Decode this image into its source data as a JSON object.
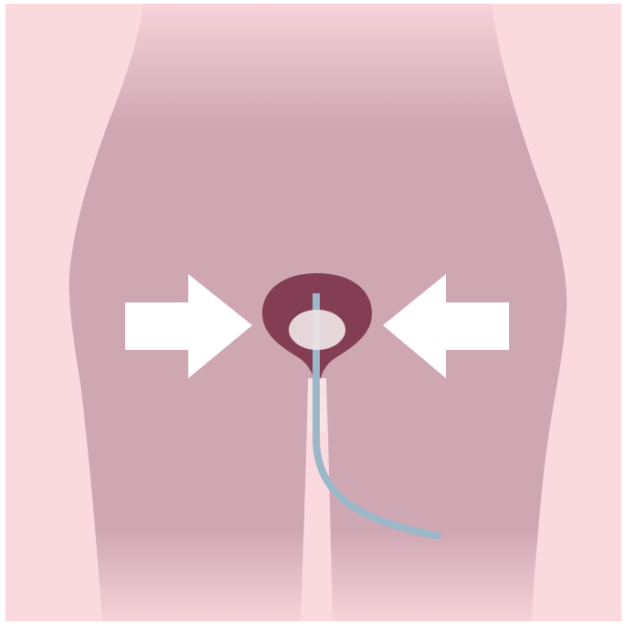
{
  "illustration": {
    "subject": "pelvis-with-urinary-catheter",
    "colors": {
      "page_background": "#ffffff",
      "panel_background": "#fbdadf",
      "body": "#cfa7b3",
      "body_fade": "#f6d2d9",
      "bladder": "#833e55",
      "balloon": "#eee3e6",
      "catheter": "#9cb7c7",
      "urethra_gap": "#f7e3e6",
      "arrows": "#ffffff"
    },
    "arrows": [
      {
        "direction": "right",
        "meaning": "pressure-toward-bladder"
      },
      {
        "direction": "left",
        "meaning": "pressure-toward-bladder"
      }
    ]
  }
}
